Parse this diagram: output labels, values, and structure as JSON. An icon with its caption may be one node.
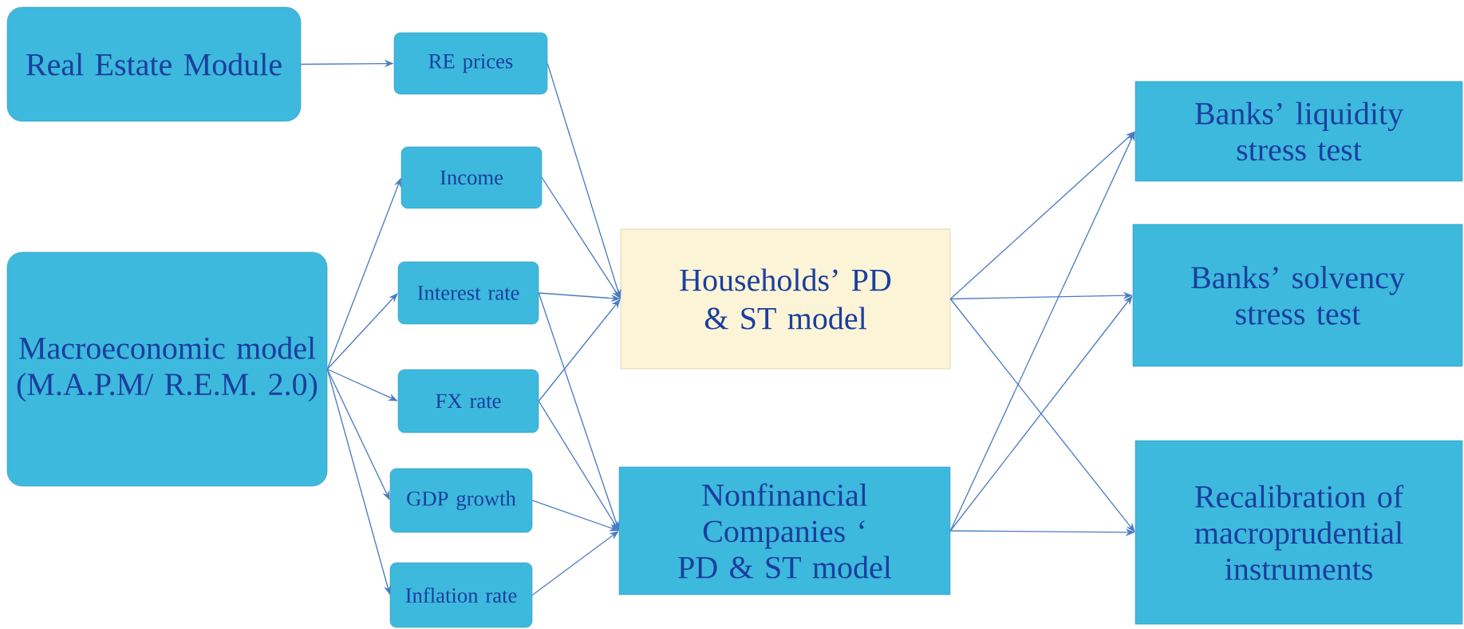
{
  "diagram": {
    "nodes": [
      {
        "text": [
          "Real Estate Module"
        ]
      },
      {
        "text": [
          "RE prices"
        ]
      },
      {
        "text": [
          "Income"
        ]
      },
      {
        "text": [
          "Macroeconomic model (M.A.P.M/ R.E.M. 2.0)"
        ]
      },
      {
        "text": [
          "Interest rate"
        ]
      },
      {
        "text": [
          "FX rate"
        ]
      },
      {
        "text": [
          "GDP growth"
        ]
      },
      {
        "text": [
          "Inflation rate"
        ]
      },
      {
        "text": [
          "Households’ PD & ST model"
        ]
      },
      {
        "text": [
          "Nonfinancial Companies ‘ PD & ST model"
        ]
      },
      {
        "text": [
          "Banks’ liquidity stress test"
        ]
      },
      {
        "text": [
          "Banks’ solvency stress test"
        ]
      },
      {
        "text": [
          "Recalibration of macroprudential instruments"
        ]
      }
    ],
    "edges": [
      {
        "from": 0,
        "to": 1,
        "arrow": "to"
      },
      {
        "from": 3,
        "to": 2,
        "arrow": "to"
      },
      {
        "from": 3,
        "to": 4,
        "arrow": "to"
      },
      {
        "from": 3,
        "to": 5,
        "arrow": "to"
      },
      {
        "from": 3,
        "to": 6,
        "arrow": "to"
      },
      {
        "from": 3,
        "to": 7,
        "arrow": "to"
      },
      {
        "from": 1,
        "to": 8,
        "arrow": "to"
      },
      {
        "from": 2,
        "to": 8,
        "arrow": "to"
      },
      {
        "from": 4,
        "to": 8,
        "arrow": "to"
      },
      {
        "from": 5,
        "to": 8,
        "arrow": "to"
      },
      {
        "from": 4,
        "to": 9,
        "arrow": "to"
      },
      {
        "from": 5,
        "to": 9,
        "arrow": "to"
      },
      {
        "from": 6,
        "to": 9,
        "arrow": "to"
      },
      {
        "from": 7,
        "to": 9,
        "arrow": "to"
      },
      {
        "from": 8,
        "to": 10,
        "arrow": "to"
      },
      {
        "from": 8,
        "to": 11,
        "arrow": "to"
      },
      {
        "from": 8,
        "to": 12,
        "arrow": "to"
      },
      {
        "from": 9,
        "to": 10,
        "arrow": "to"
      },
      {
        "from": 9,
        "to": 11,
        "arrow": "to"
      },
      {
        "from": 9,
        "to": 12,
        "arrow": "to"
      }
    ]
  }
}
